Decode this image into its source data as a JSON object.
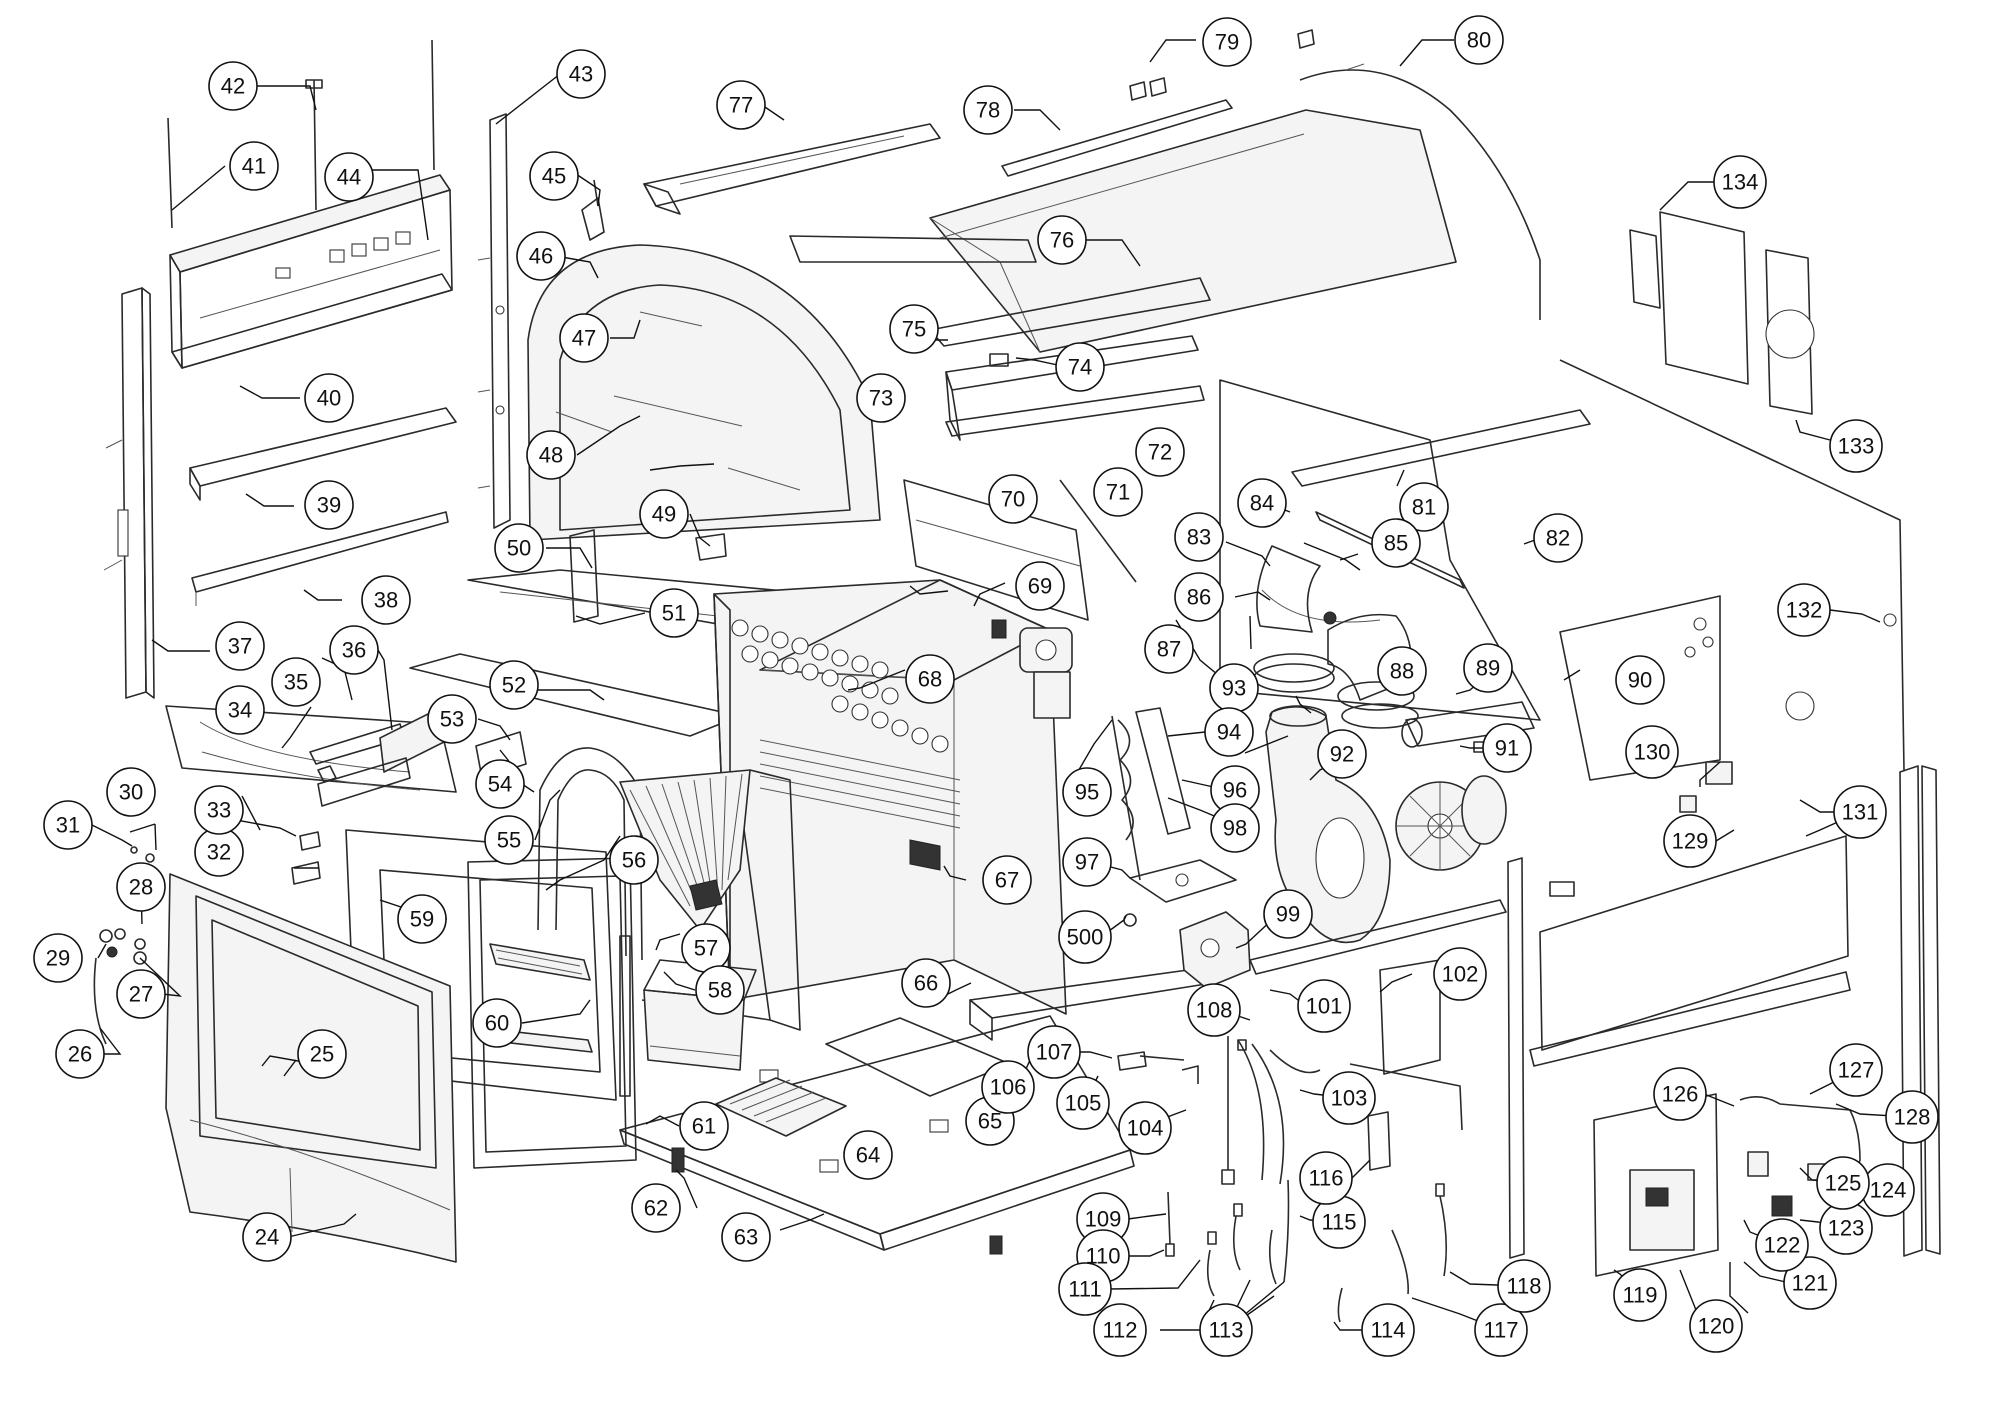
{
  "callouts": {
    "c24": "24",
    "c25": "25",
    "c26": "26",
    "c27": "27",
    "c28": "28",
    "c29": "29",
    "c30": "30",
    "c31": "31",
    "c32": "32",
    "c33": "33",
    "c34": "34",
    "c35": "35",
    "c36": "36",
    "c37": "37",
    "c38": "38",
    "c39": "39",
    "c40": "40",
    "c41": "41",
    "c42": "42",
    "c43": "43",
    "c44": "44",
    "c45": "45",
    "c46": "46",
    "c47": "47",
    "c48": "48",
    "c49": "49",
    "c50": "50",
    "c51": "51",
    "c52": "52",
    "c53": "53",
    "c54": "54",
    "c55": "55",
    "c56": "56",
    "c57": "57",
    "c58": "58",
    "c59": "59",
    "c60": "60",
    "c61": "61",
    "c62": "62",
    "c63": "63",
    "c64": "64",
    "c65": "65",
    "c66": "66",
    "c67": "67",
    "c68": "68",
    "c69": "69",
    "c70": "70",
    "c71": "71",
    "c72": "72",
    "c73": "73",
    "c74": "74",
    "c75": "75",
    "c76": "76",
    "c77": "77",
    "c78": "78",
    "c79": "79",
    "c80": "80",
    "c81": "81",
    "c82": "82",
    "c83": "83",
    "c84": "84",
    "c85": "85",
    "c86": "86",
    "c87": "87",
    "c88": "88",
    "c89": "89",
    "c90": "90",
    "c91": "91",
    "c92": "92",
    "c93": "93",
    "c94": "94",
    "c95": "95",
    "c96": "96",
    "c97": "97",
    "c98": "98",
    "c99": "99",
    "c101": "101",
    "c102": "102",
    "c103": "103",
    "c104": "104",
    "c105": "105",
    "c106": "106",
    "c107": "107",
    "c108": "108",
    "c109": "109",
    "c110": "110",
    "c111": "111",
    "c112": "112",
    "c113": "113",
    "c114": "114",
    "c115": "115",
    "c116": "116",
    "c117": "117",
    "c118": "118",
    "c119": "119",
    "c120": "120",
    "c121": "121",
    "c122": "122",
    "c123": "123",
    "c124": "124",
    "c125": "125",
    "c126": "126",
    "c127": "127",
    "c128": "128",
    "c129": "129",
    "c130": "130",
    "c131": "131",
    "c132": "132",
    "c133": "133",
    "c134": "134",
    "c500": "500"
  }
}
